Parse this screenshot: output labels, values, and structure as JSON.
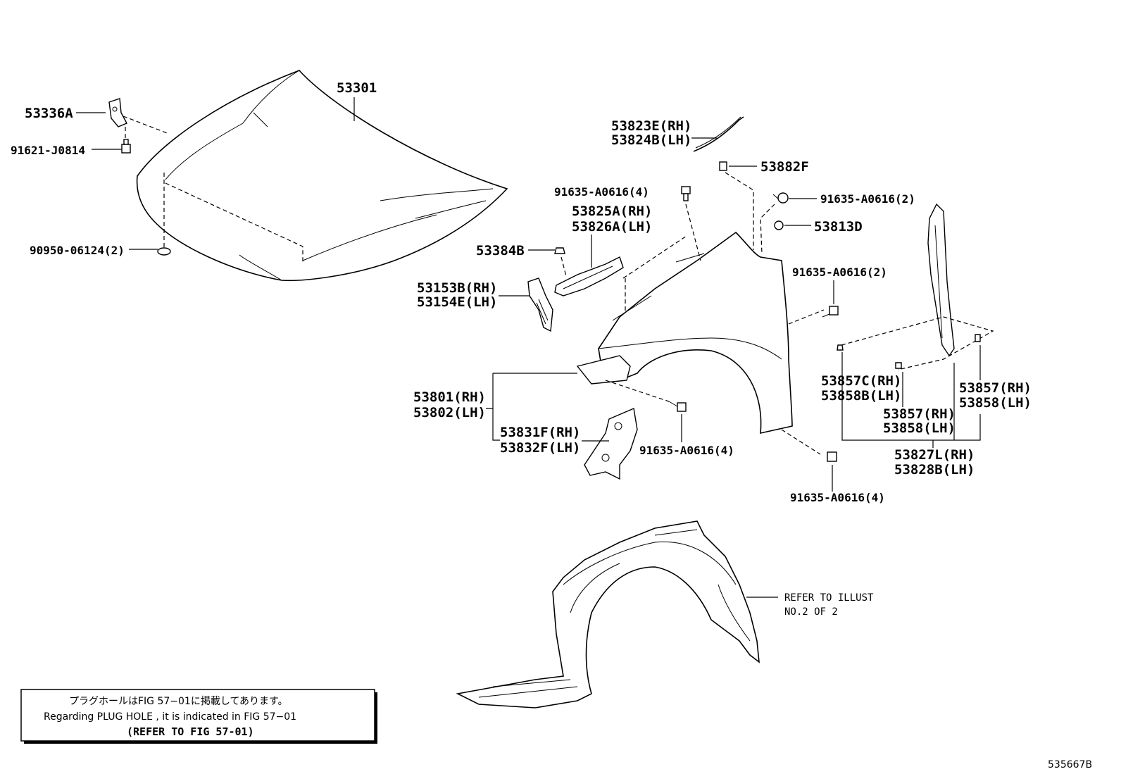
{
  "diagram": {
    "labels": {
      "hood": "53301",
      "hood_hinge": "53336A",
      "hinge_bolt": "91621-J0814",
      "plug": "90950-06124(2)",
      "seal_rh": "53823E(RH)",
      "seal_lh": "53824B(LH)",
      "clip_53882f": "53882F",
      "bolt_a0616_top": "91635-A0616(4)",
      "bolt_a0616_right2": "91635-A0616(2)",
      "bracket_rh": "53825A(RH)",
      "bracket_lh": "53826A(LH)",
      "nut_53813d": "53813D",
      "clip_53384b": "53384B",
      "bolt_a0616_mid2": "91635-A0616(2)",
      "support_rh": "53153B(RH)",
      "support_lh": "53154E(LH)",
      "fender_rh": "53801(RH)",
      "fender_lh": "53802(LH)",
      "fender_bracket_rh": "53831F(RH)",
      "fender_bracket_lh": "53832F(LH)",
      "bolt_a0616_low": "91635-A0616(4)",
      "bolt_a0616_bottom": "91635-A0616(4)",
      "clip_c_rh": "53857C(RH)",
      "clip_b_lh": "53858B(LH)",
      "clip_857_rh_mid": "53857(RH)",
      "clip_858_lh_mid": "53858(LH)",
      "clip_857_rh_right": "53857(RH)",
      "clip_858_lh_right": "53858(LH)",
      "seal_l_rh": "53827L(RH)",
      "seal_b_lh": "53828B(LH)",
      "refer_line1": "REFER TO ILLUST",
      "refer_line2": "NO.2 OF 2"
    },
    "note_box": {
      "japanese": "プラグホールはFIG 57−01に掲載してあります。",
      "english": "Regarding  PLUG  HOLE , it is indicated in  FIG  57−01",
      "refer": "(REFER TO FIG 57-01)"
    },
    "figure_id": "535667B"
  }
}
